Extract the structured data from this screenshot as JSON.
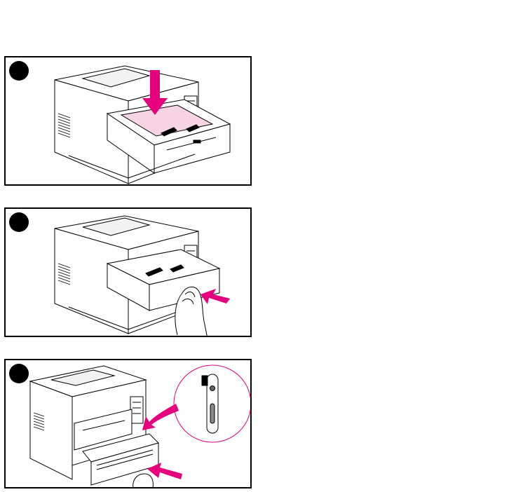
{
  "page": {
    "background": "#ffffff"
  },
  "colors": {
    "accent": "#e6007e",
    "accent_light": "#f6d4e2",
    "line": "#000000"
  },
  "steps": [
    {
      "number": "",
      "illustration": "printer-tray-insert-paper-arrow-down"
    },
    {
      "number": "",
      "illustration": "printer-tray-push-in-hand"
    },
    {
      "number": "",
      "illustration": "printer-tray-closed-with-paper-level-gauge"
    }
  ]
}
